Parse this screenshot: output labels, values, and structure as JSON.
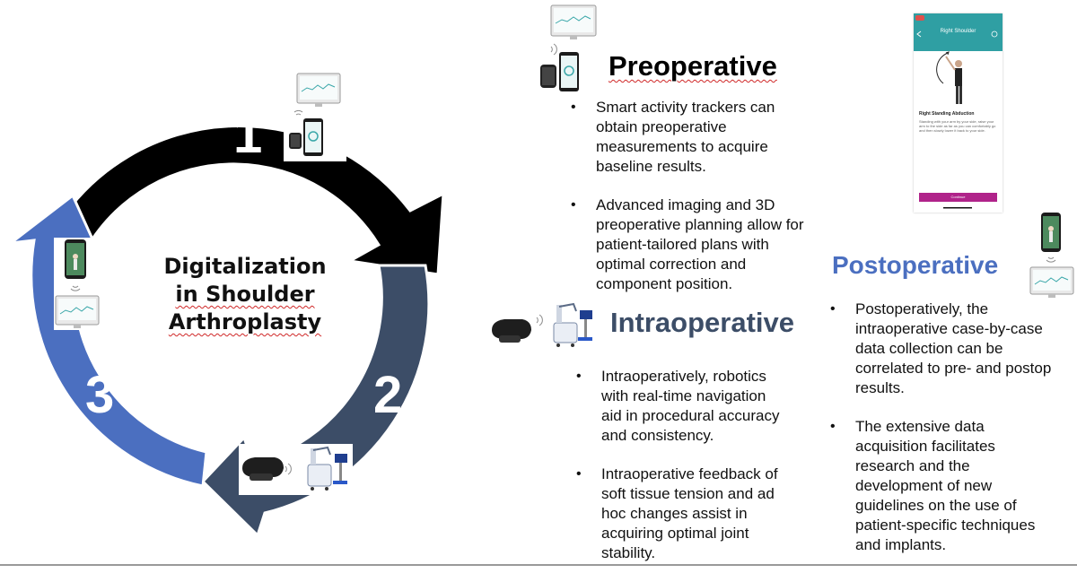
{
  "cycle": {
    "title_lines": [
      "Digitalization",
      "in Shoulder",
      "Arthroplasty"
    ],
    "steps": [
      "1",
      "2",
      "3"
    ],
    "colors": {
      "step1": "#000000",
      "step2": "#3c4d67",
      "step3": "#4b6fc0"
    }
  },
  "preoperative": {
    "heading": "Preoperative",
    "bullets": [
      "Smart activity trackers can obtain preoperative measurements to acquire baseline results.",
      "Advanced imaging and 3D preoperative planning allow for patient-tailored plans with optimal correction and component position."
    ]
  },
  "intraoperative": {
    "heading": "Intraoperative",
    "bullets": [
      "Intraoperatively, robotics with real-time navigation aid in procedural accuracy and consistency.",
      "Intraoperative feedback of soft tissue tension and ad hoc changes assist in acquiring optimal joint stability."
    ]
  },
  "postoperative": {
    "heading": "Postoperative",
    "bullets": [
      "Postoperatively, the intraoperative case-by-case data collection can be correlated to pre- and postop results.",
      "The extensive data acquisition facilitates research and the development of new guidelines on the use of patient-specific techniques and implants."
    ]
  },
  "phone_app": {
    "title": "Right Shoulder",
    "exercise": "Right Standing Abduction",
    "instructions": "Standing with your arm by your side, raise your arm to the side as far as you can comfortably go and then slowly lower it back to your side.",
    "button": "Continue"
  },
  "icons": [
    "monitor-icon",
    "smartphone-icon",
    "smartwatch-icon",
    "wifi-signal-icon",
    "vr-headset-icon",
    "surgical-robot-icon"
  ]
}
